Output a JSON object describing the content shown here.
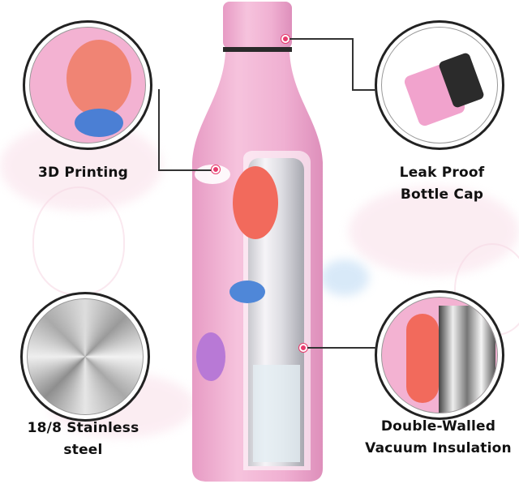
{
  "features": [
    {
      "id": "3d-printing",
      "label": "3D Printing"
    },
    {
      "id": "leak-proof",
      "label_line1": "Leak Proof",
      "label_line2": "Bottle Cap"
    },
    {
      "id": "stainless",
      "label": "18/8 Stainless steel"
    },
    {
      "id": "double-walled",
      "label_line1": "Double-Walled",
      "label_line2": "Vacuum Insulation"
    }
  ],
  "colors": {
    "bottle_pink": "#f3b8d6",
    "accent_dot": "#e83a6d",
    "outline": "#222222",
    "text": "#111111"
  }
}
